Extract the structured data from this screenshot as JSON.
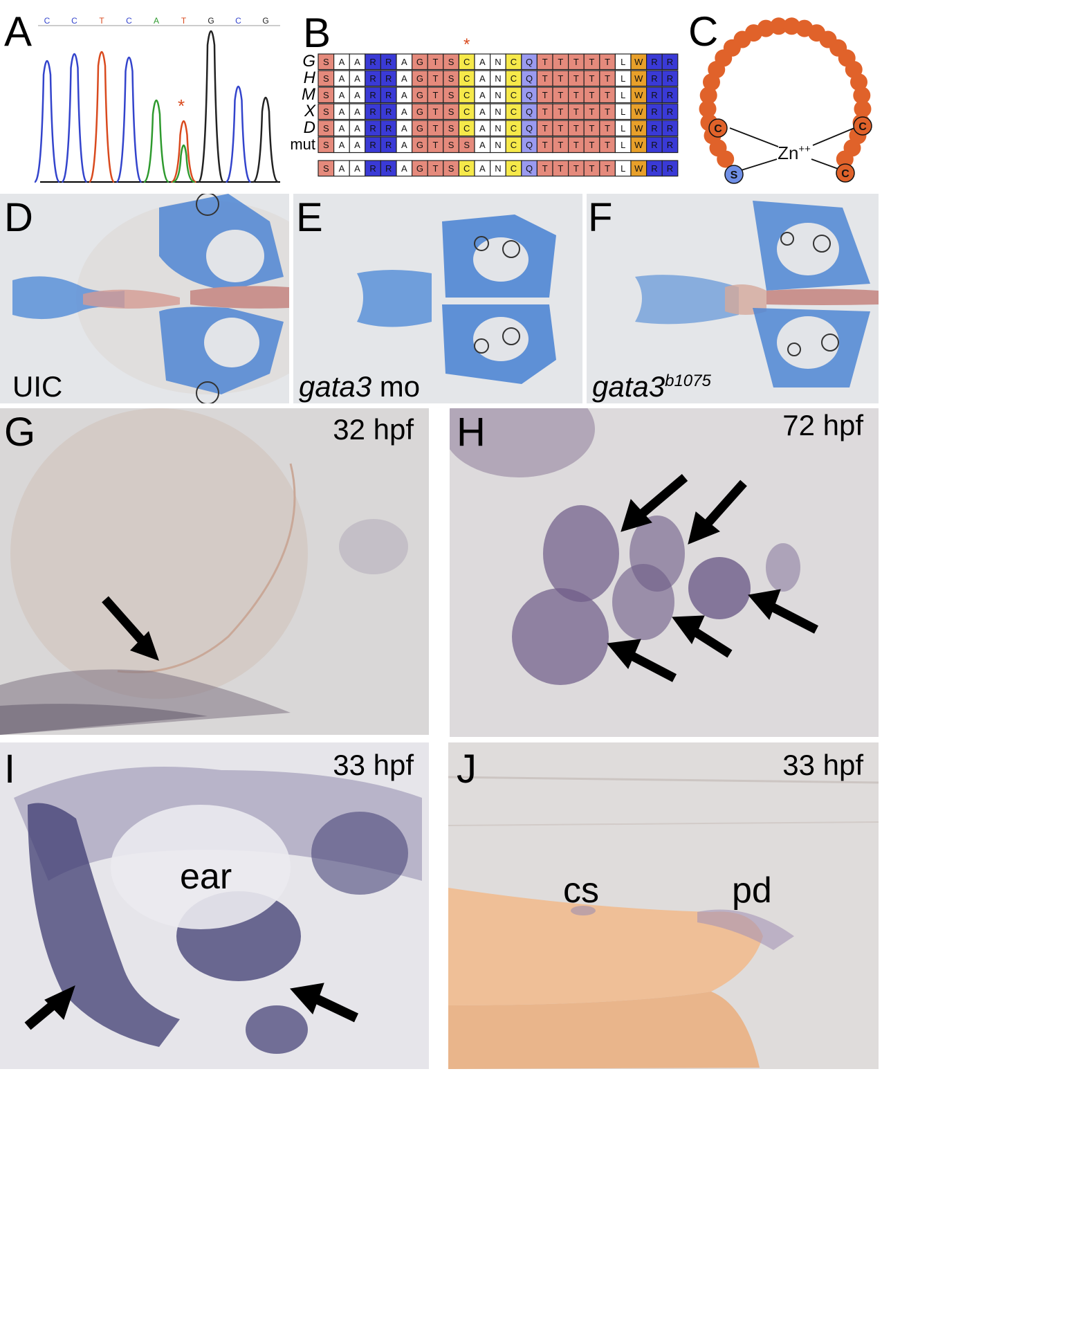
{
  "panels": {
    "A": {
      "letter": "A"
    },
    "B": {
      "letter": "B"
    },
    "C": {
      "letter": "C"
    },
    "D": {
      "letter": "D",
      "label": "UIC"
    },
    "E": {
      "letter": "E",
      "label_italic": "gata3",
      "label_rest": " mo"
    },
    "F": {
      "letter": "F",
      "label_italic": "gata3",
      "label_sup": "b1075"
    },
    "G": {
      "letter": "G",
      "time": "32 hpf"
    },
    "H": {
      "letter": "H",
      "time": "72 hpf"
    },
    "I": {
      "letter": "I",
      "time": "33 hpf",
      "label": "ear"
    },
    "J": {
      "letter": "J",
      "time": "33 hpf",
      "label_cs": "cs",
      "label_pd": "pd"
    }
  },
  "chromatogram": {
    "bases": [
      "C",
      "C",
      "T",
      "C",
      "A",
      "T",
      "G",
      "C",
      "G"
    ],
    "base_colors": {
      "C": "#3344cc",
      "T": "#d94a1e",
      "A": "#2e9a2e",
      "G": "#222222"
    },
    "marker": "*"
  },
  "alignment": {
    "row_labels": [
      "G",
      "H",
      "M",
      "X",
      "D",
      "mut",
      ""
    ],
    "rows": [
      "SAARRAGTSCANCQTTTTTLWRR",
      "SAARRAGTSCANCQTTTTTLWRR",
      "SAARRAGTSCANCQTTTTTLWRR",
      "SAARRAGTSCANCQTTTTTLWRR",
      "SAARRAGTSCANCQTTTTTLWRR",
      "SAARRAGTSSANCQTTTTTLWRR",
      "SAARRAGTSCANCQTTTTTLWRR"
    ],
    "marker": "*",
    "residue_colors": {
      "S": "#e58a7c",
      "A": "#ffffff",
      "R": "#3a3ad6",
      "G": "#e58a7c",
      "T": "#e58a7c",
      "C": "#f6e94a",
      "N": "#ffffff",
      "Q": "#9a9af0",
      "L": "#ffffff",
      "W": "#e8a02a"
    }
  },
  "zinc_finger": {
    "ion_label": "Zn",
    "ion_charge": "++",
    "residue_left_top": "C",
    "residue_right_top": "C",
    "residue_left_bottom": "S",
    "residue_right_bottom": "C",
    "bead_color": "#e0622a",
    "serine_color": "#6f8fe6"
  }
}
